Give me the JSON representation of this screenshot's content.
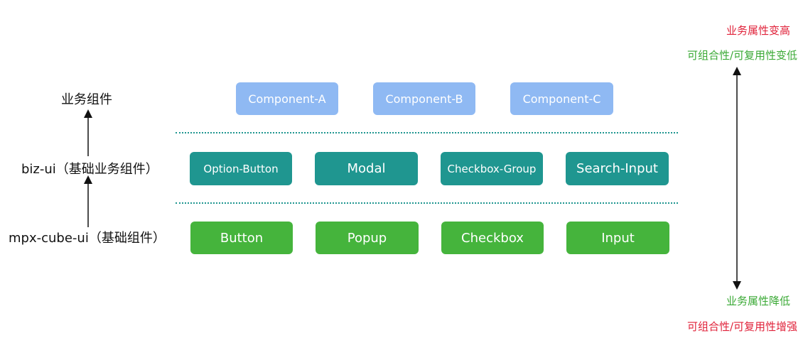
{
  "layers": {
    "business": {
      "label": "业务组件",
      "components": [
        "Component-A",
        "Component-B",
        "Component-C"
      ]
    },
    "biz_ui": {
      "label": "biz-ui（基础业务组件）",
      "components": [
        "Option-Button",
        "Modal",
        "Checkbox-Group",
        "Search-Input"
      ]
    },
    "base": {
      "label": "mpx-cube-ui（基础组件）",
      "components": [
        "Button",
        "Popup",
        "Checkbox",
        "Input"
      ]
    }
  },
  "scale": {
    "top_line1": "业务属性变高",
    "top_line2": "可组合性/可复用性变低",
    "bottom_line1": "业务属性降低",
    "bottom_line2": "可组合性/可复用性增强"
  },
  "colors": {
    "business_box": "#8fb9f3",
    "biz_ui_box": "#1f9690",
    "base_box": "#45b43c",
    "accent_red": "#e0223a",
    "accent_green": "#3aa935"
  }
}
